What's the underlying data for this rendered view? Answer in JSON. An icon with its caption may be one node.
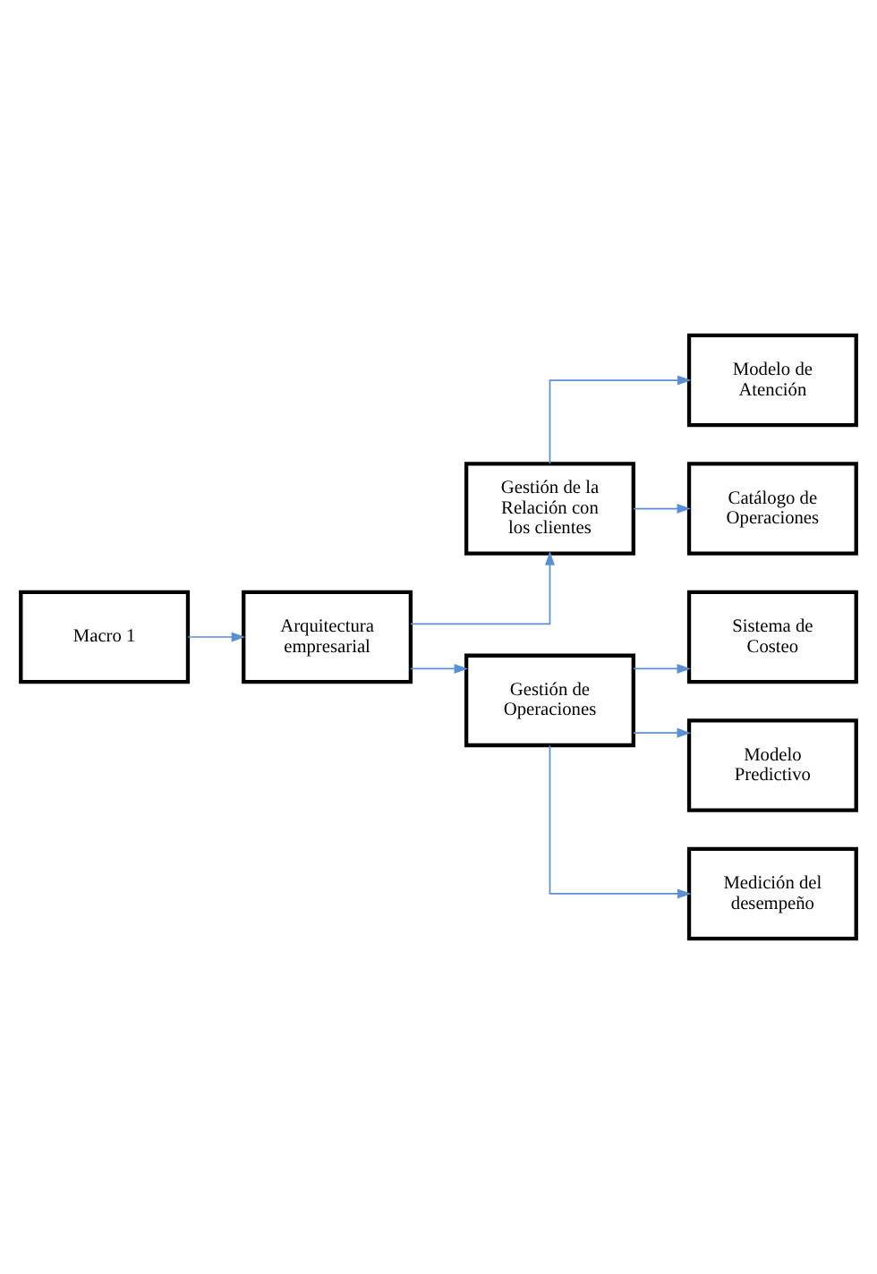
{
  "diagram": {
    "nodes": [
      {
        "text": [
          "Macro 1"
        ]
      },
      {
        "text": [
          "Arquitectura empresarial"
        ]
      },
      {
        "text": [
          "Gestión de la Relación con los clientes"
        ]
      },
      {
        "text": [
          "Modelo de Atención"
        ]
      },
      {
        "text": [
          "Catálogo de Operaciones"
        ]
      },
      {
        "text": [
          "Gestión de Operaciones"
        ]
      },
      {
        "text": [
          "Sistema de Costeo"
        ]
      },
      {
        "text": [
          "Modelo Predictivo"
        ]
      },
      {
        "text": [
          "Medición del desempeño"
        ]
      }
    ],
    "edges": [
      {
        "from": 0,
        "to": 1,
        "arrow": "to"
      },
      {
        "from": 1,
        "to": 2,
        "arrow": "to"
      },
      {
        "from": 1,
        "to": 5,
        "arrow": "to"
      },
      {
        "from": 2,
        "to": 3,
        "arrow": "to"
      },
      {
        "from": 2,
        "to": 4,
        "arrow": "to"
      },
      {
        "from": 5,
        "to": 6,
        "arrow": "to"
      },
      {
        "from": 5,
        "to": 7,
        "arrow": "to"
      },
      {
        "from": 5,
        "to": 8,
        "arrow": "to"
      }
    ]
  }
}
